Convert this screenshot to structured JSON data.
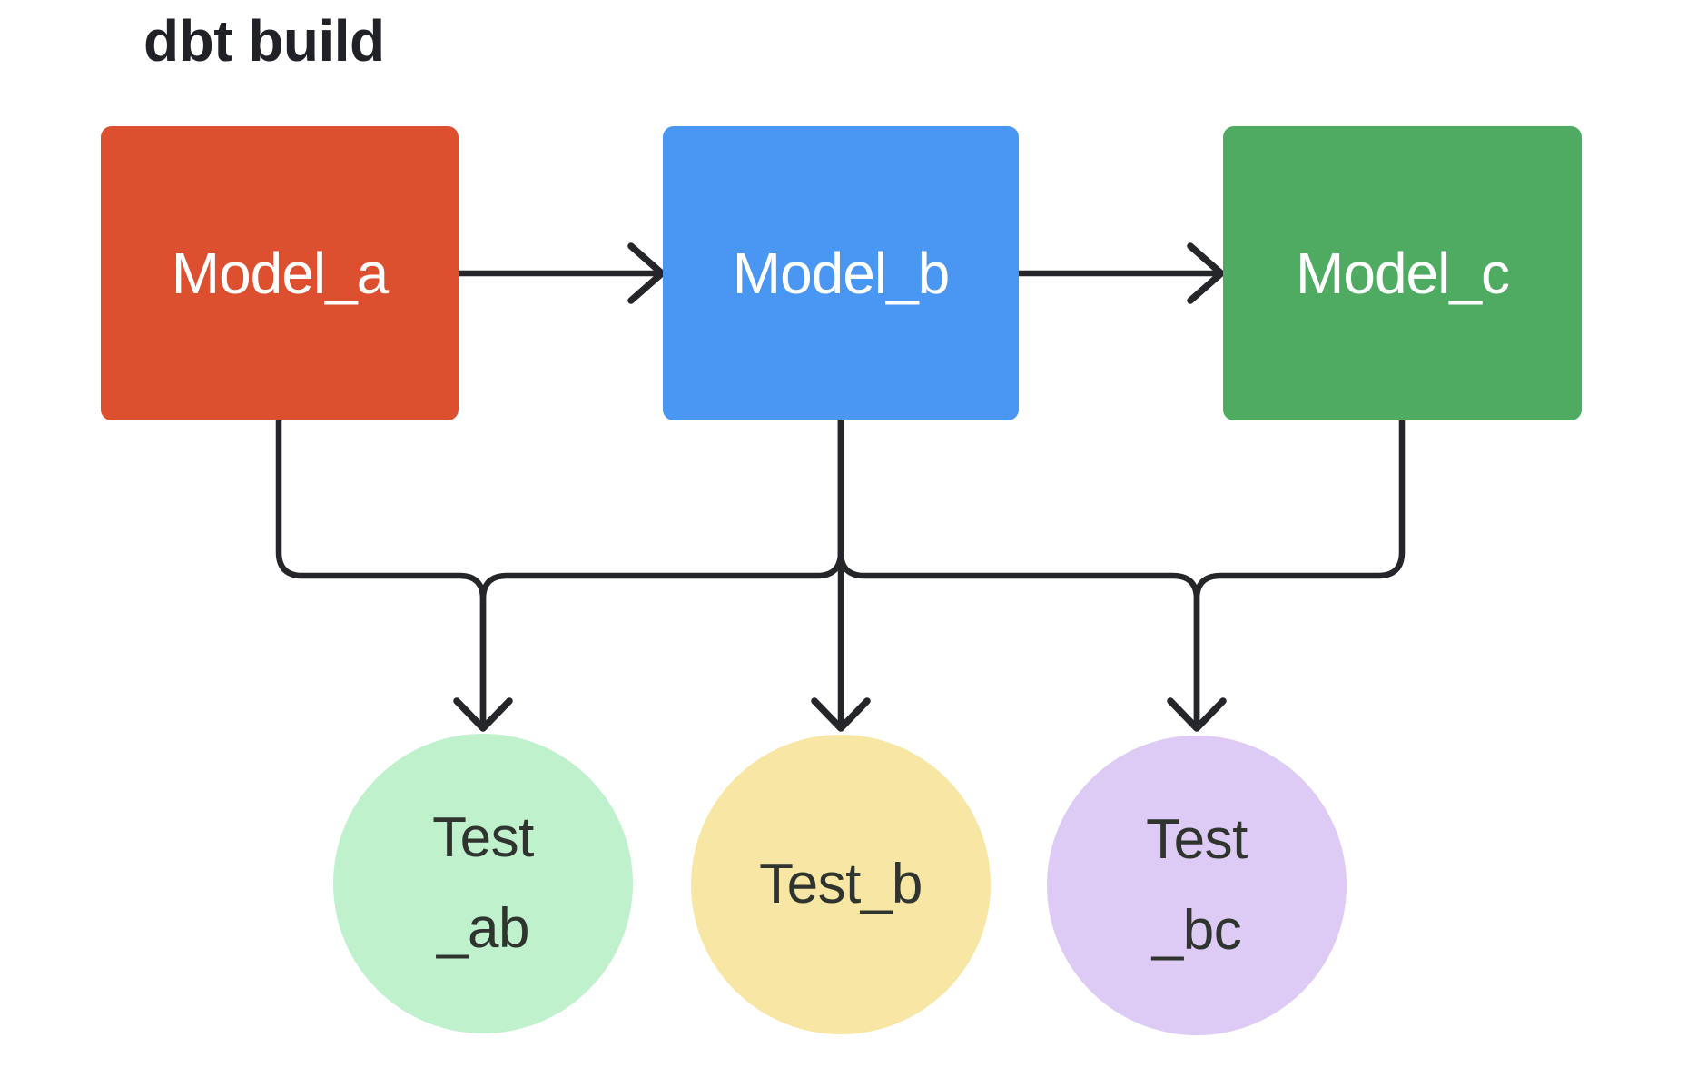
{
  "title": "dbt build",
  "colors": {
    "background": "#ffffff",
    "line": "#242629",
    "title_text": "#202227",
    "model_label_text": "#ffffff",
    "test_label_text": "#2f342f",
    "model_a": "#dc5030",
    "model_b": "#4996f3",
    "model_c": "#4faa62",
    "test_ab": "#bff1cd",
    "test_b": "#f7e6a4",
    "test_bc": "#ddcaf5"
  },
  "models": [
    {
      "id": "model_a",
      "label": "Model_a"
    },
    {
      "id": "model_b",
      "label": "Model_b"
    },
    {
      "id": "model_c",
      "label": "Model_c"
    }
  ],
  "tests": [
    {
      "id": "test_ab",
      "label": "Test\n_ab"
    },
    {
      "id": "test_b",
      "label": "Test_b"
    },
    {
      "id": "test_bc",
      "label": "Test\n_bc"
    }
  ],
  "edges": [
    {
      "from": "Model_a",
      "to": "Model_b"
    },
    {
      "from": "Model_b",
      "to": "Model_c"
    },
    {
      "from": "Model_a",
      "to": "Test_ab"
    },
    {
      "from": "Model_b",
      "to": "Test_ab"
    },
    {
      "from": "Model_b",
      "to": "Test_b"
    },
    {
      "from": "Model_b",
      "to": "Test_bc"
    },
    {
      "from": "Model_c",
      "to": "Test_bc"
    }
  ]
}
